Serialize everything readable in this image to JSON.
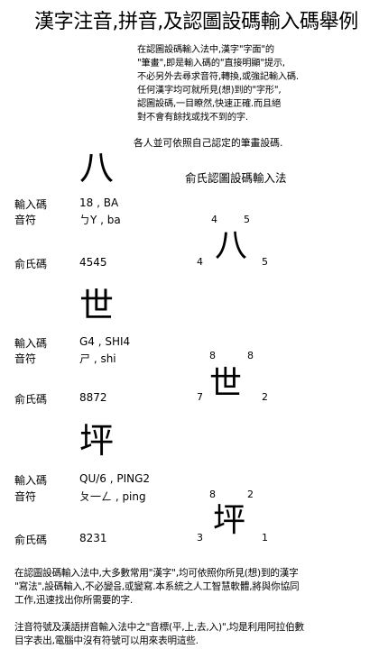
{
  "title": "漢字注音,拼音,及認圖設碼輸入碼舉例",
  "intro_lines": [
    "在認圖設碼輸入法中,漢字\"字面\"的",
    "\"筆畫\",即是輸入碼的\"直接明顯\"提示,",
    "不必另外去尋求音符,轉換,或強記輸入碼.",
    "任何漢字均可就所見(想)到的\"字形\",",
    "認圖設碼,一目瞭然,快速正確.而且絕",
    "對不會有餘找或找不到的字."
  ],
  "intro_note": "各人並可依照自己認定的筆畫設碼.",
  "method_title": "俞氏認圖設碼輸入法",
  "labels": {
    "input_code": "輸入碼",
    "phonetic": "音符",
    "yu_code": "俞氏碼"
  },
  "examples": [
    {
      "char": "八",
      "input_code": "18 ,  BA",
      "phonetic": "ㄅY ,  ba",
      "yu_code": "4545",
      "corners": {
        "tl": "4",
        "tr": "5",
        "bl": "4",
        "br": "5"
      }
    },
    {
      "char": "世",
      "input_code": "G4 ,  SHI4",
      "phonetic": "ㄕ ,   shi",
      "yu_code": "8872",
      "corners": {
        "tl": "8",
        "tr": "8",
        "bl": "7",
        "br": "2"
      }
    },
    {
      "char": "坪",
      "input_code": "QU/6 ,  PING2",
      "phonetic": "ㄆ一ㄥ ,  ping",
      "yu_code": "8231",
      "corners": {
        "tl": "8",
        "tr": "2",
        "bl": "3",
        "br": "1"
      }
    }
  ],
  "para1_lines": [
    "在認圖設碼輸入法中,大多數常用\"漢字\",均可依照你所見(想)到的漢字",
    "\"寫法\",設碼輸入,不必變음,或變寫.本系統之人工智慧軟體,將與你協同",
    "工作,迅速找出你所需要的字."
  ],
  "para2_lines": [
    "注音符號及漢語拼音輸入法中之\"音標(平,上,去,入)\",均是利用阿拉伯數",
    "目字表出,電腦中沒有符號可以用來表明這些."
  ]
}
